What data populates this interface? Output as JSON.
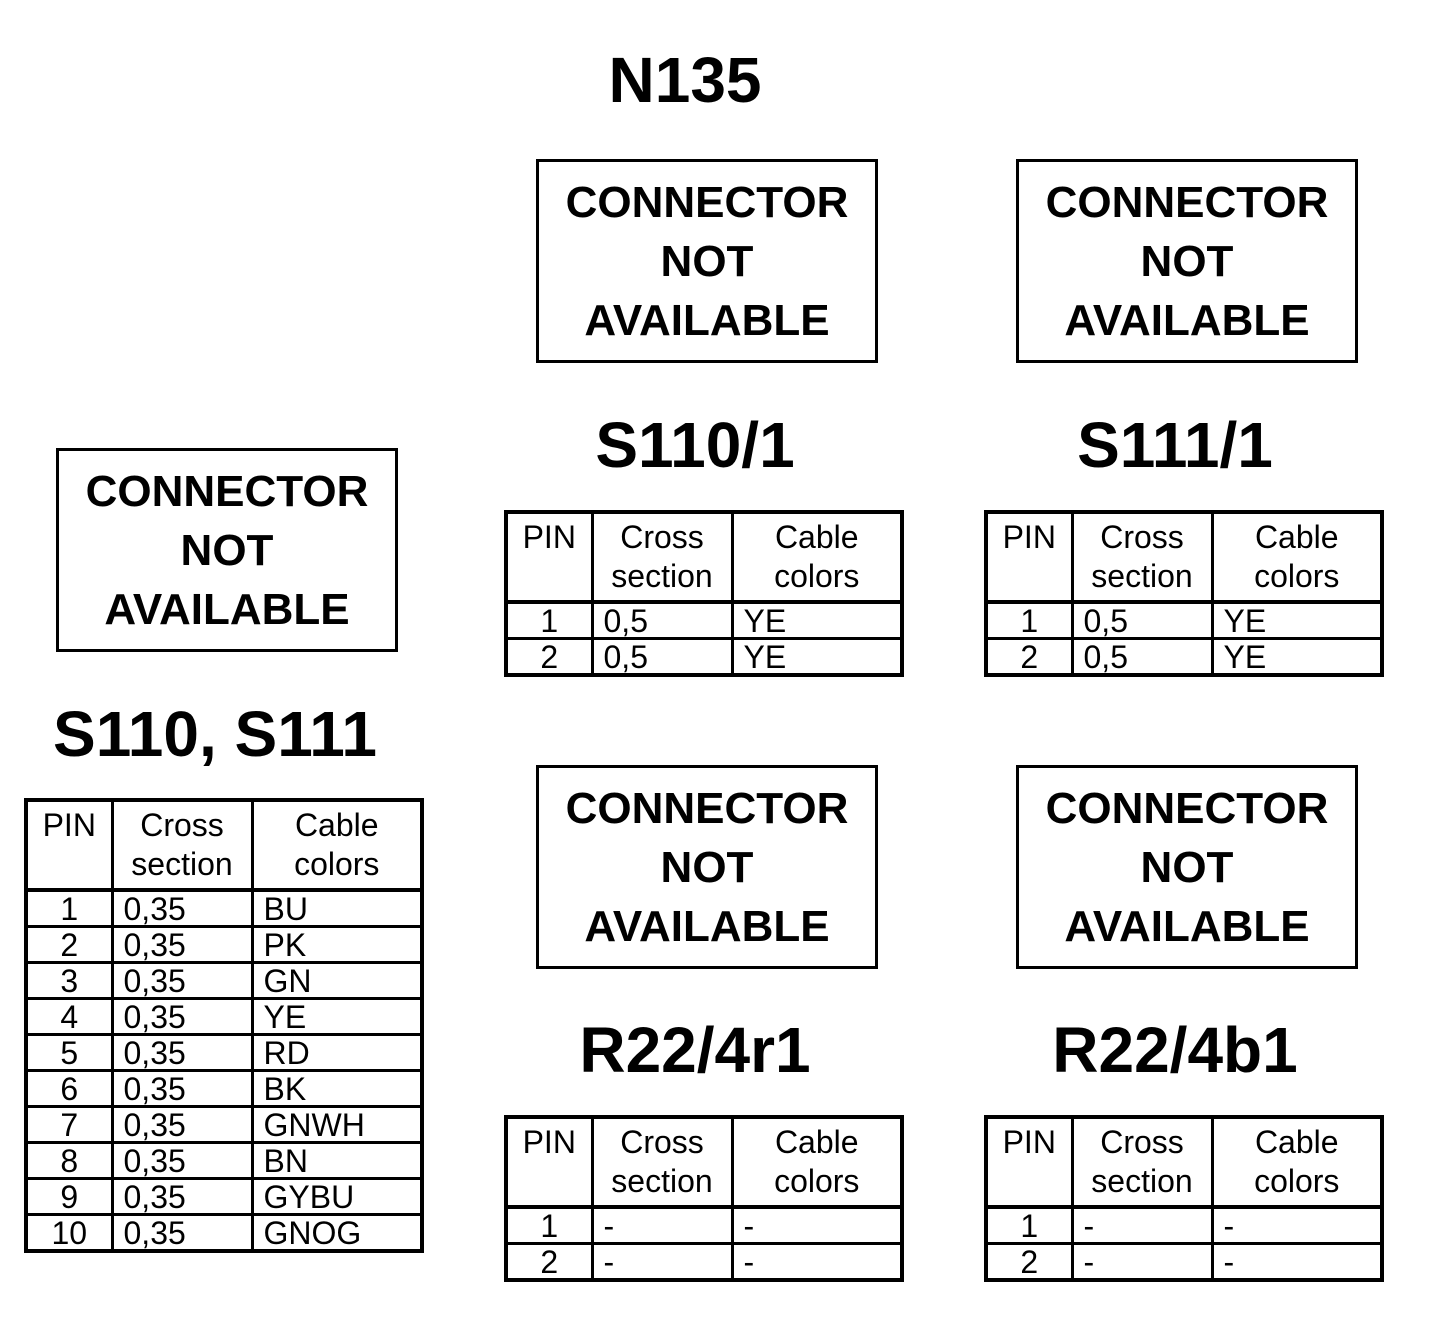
{
  "main_title": "N135",
  "na_box": [
    "CONNECTOR",
    "NOT",
    "AVAILABLE"
  ],
  "headers": {
    "pin": "PIN",
    "cross": [
      "Cross",
      "section"
    ],
    "color": [
      "Cable",
      "colors"
    ]
  },
  "sections": [
    {
      "title": "S110, S111",
      "rows": [
        {
          "pin": "1",
          "cross": "0,35",
          "color": "BU"
        },
        {
          "pin": "2",
          "cross": "0,35",
          "color": "PK"
        },
        {
          "pin": "3",
          "cross": "0,35",
          "color": "GN"
        },
        {
          "pin": "4",
          "cross": "0,35",
          "color": "YE"
        },
        {
          "pin": "5",
          "cross": "0,35",
          "color": "RD"
        },
        {
          "pin": "6",
          "cross": "0,35",
          "color": "BK"
        },
        {
          "pin": "7",
          "cross": "0,35",
          "color": "GNWH"
        },
        {
          "pin": "8",
          "cross": "0,35",
          "color": "BN"
        },
        {
          "pin": "9",
          "cross": "0,35",
          "color": "GYBU"
        },
        {
          "pin": "10",
          "cross": "0,35",
          "color": "GNOG"
        }
      ]
    },
    {
      "title": "S110/1",
      "rows": [
        {
          "pin": "1",
          "cross": "0,5",
          "color": "YE"
        },
        {
          "pin": "2",
          "cross": "0,5",
          "color": "YE"
        }
      ]
    },
    {
      "title": "S111/1",
      "rows": [
        {
          "pin": "1",
          "cross": "0,5",
          "color": "YE"
        },
        {
          "pin": "2",
          "cross": "0,5",
          "color": "YE"
        }
      ]
    },
    {
      "title": "R22/4r1",
      "rows": [
        {
          "pin": "1",
          "cross": "-",
          "color": "-"
        },
        {
          "pin": "2",
          "cross": "-",
          "color": "-"
        }
      ]
    },
    {
      "title": "R22/4b1",
      "rows": [
        {
          "pin": "1",
          "cross": "-",
          "color": "-"
        },
        {
          "pin": "2",
          "cross": "-",
          "color": "-"
        }
      ]
    }
  ]
}
